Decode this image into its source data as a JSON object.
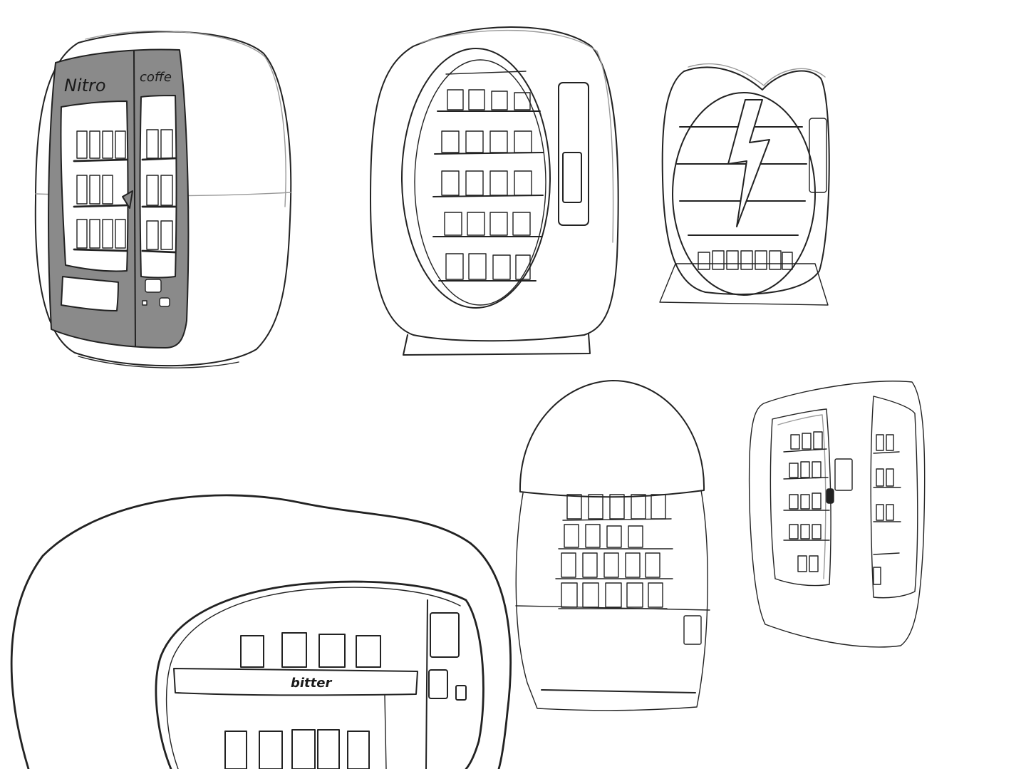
{
  "sketches": {
    "machine_1": {
      "left_label": "Nitro",
      "right_label": "coffe"
    },
    "machine_6": {
      "shelf_label": "bitter"
    }
  },
  "colors": {
    "ink": "#222222",
    "panel_grey": "#8a8a8a",
    "background": "#ffffff"
  }
}
